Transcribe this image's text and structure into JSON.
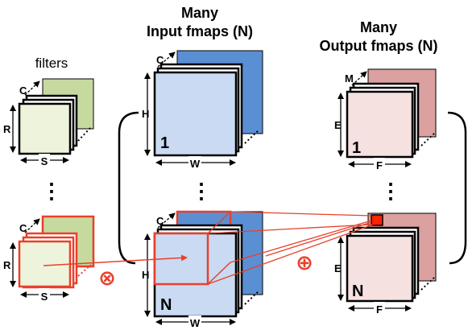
{
  "filters_title": "filters",
  "input_title_line1": "Many",
  "input_title_line2": "Input fmaps (N)",
  "output_title_line1": "Many",
  "output_title_line2": "Output fmaps (N)",
  "dims": {
    "filter_channel": "C",
    "filter_height": "R",
    "filter_width": "S",
    "input_channel": "C",
    "input_height": "H",
    "input_width": "W",
    "output_channel": "M",
    "output_height": "E",
    "output_width": "F"
  },
  "index_first": "1",
  "index_last": "N",
  "ellipsis": "⋮",
  "conv_operator": "⊗",
  "sum_operator": "⊕",
  "colors": {
    "filter_fill": "#eef4dc",
    "filter_back": "#c6daa0",
    "input_fill": "#c9daf2",
    "input_back": "#5b8fd4",
    "output_fill": "#f6e1e1",
    "output_back": "#dba0a0",
    "highlight": "#e8402a",
    "output_pixel": "#ff2200"
  }
}
